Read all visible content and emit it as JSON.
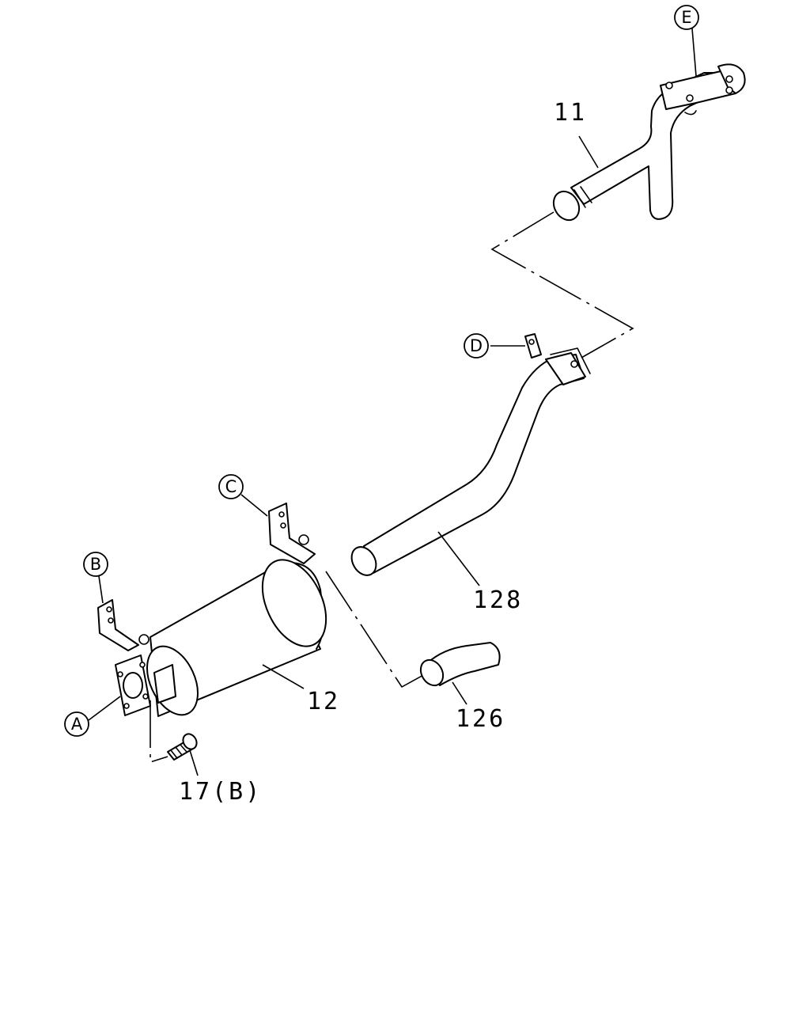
{
  "diagram": {
    "part_labels": {
      "p11": "11",
      "p12": "12",
      "p128": "128",
      "p126": "126",
      "p17": "17(B)"
    },
    "callouts": {
      "a": "A",
      "b": "B",
      "c": "C",
      "d": "D",
      "e": "E"
    }
  }
}
